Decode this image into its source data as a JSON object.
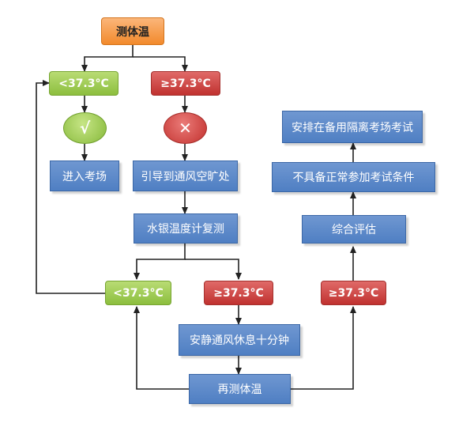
{
  "nodes": {
    "start": "测体温",
    "low1": "<37.3°C",
    "high1": "≥37.3°C",
    "pass_mark": "√",
    "fail_mark": "✕",
    "enter_exam": "进入考场",
    "guide_open_area": "引导到通风空旷处",
    "mercury_retest": "水银温度计复测",
    "low2": "<37.3°C",
    "high2": "≥37.3°C",
    "rest_ten_min": "安静通风休息十分钟",
    "retest": "再测体温",
    "high3": "≥37.3°C",
    "assessment": "综合评估",
    "not_eligible": "不具备正常参加考试条件",
    "isolation_room": "安排在备用隔离考场考试"
  },
  "colors": {
    "start": "#f28a2c",
    "pass": "#8cbe3e",
    "fail": "#c0312f",
    "process": "#4f7fc3",
    "line": "#222222"
  }
}
